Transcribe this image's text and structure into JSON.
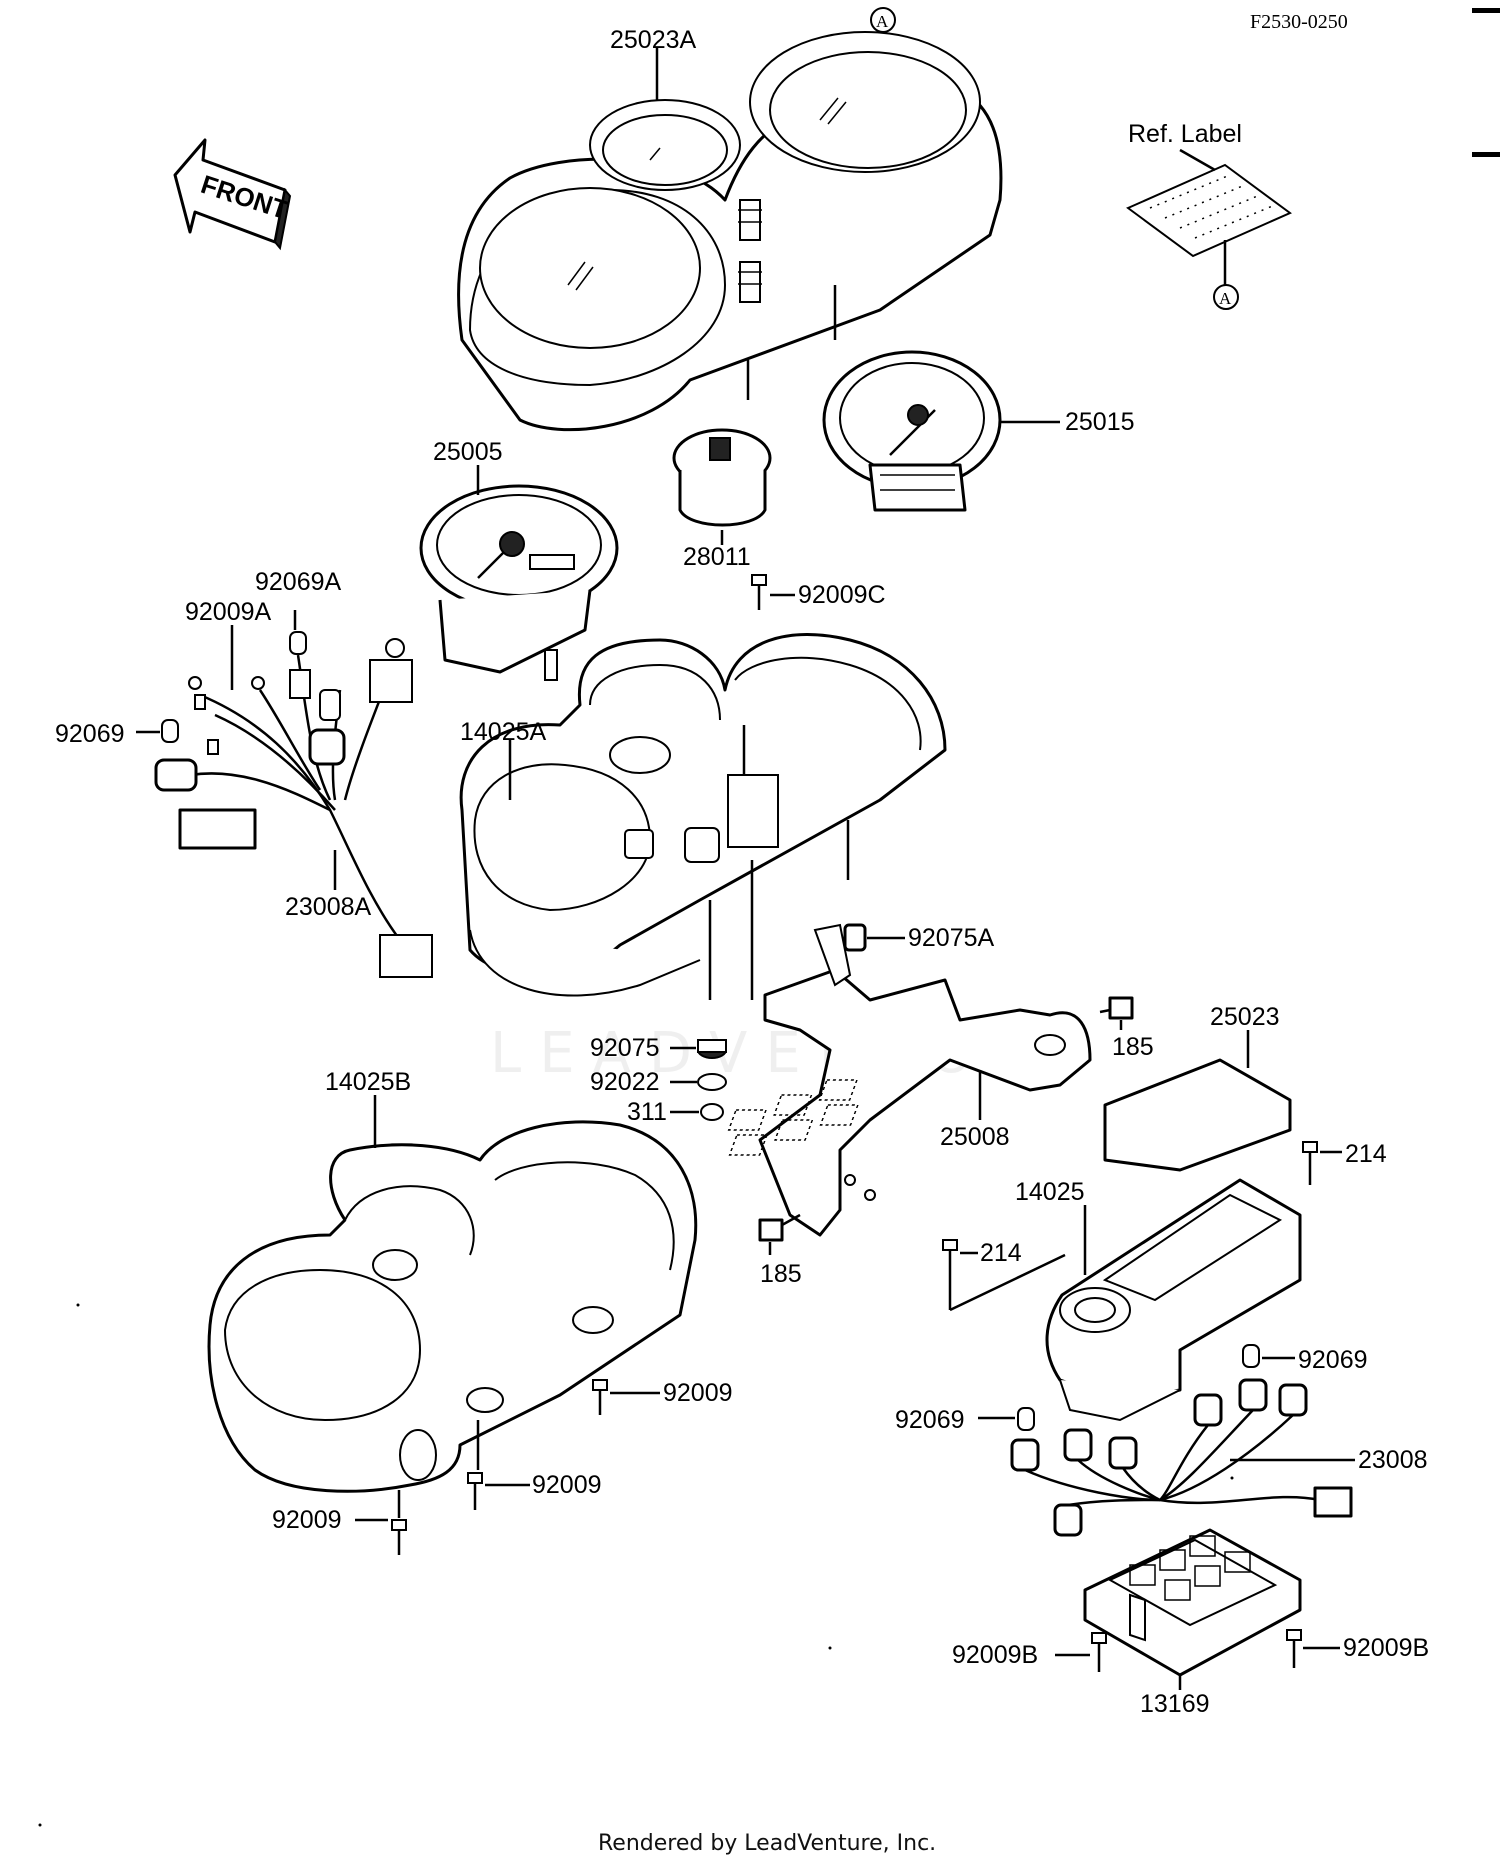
{
  "figure_code": "F2530-0250",
  "front_label": "FRONT",
  "ref_label_text": "Ref. Label",
  "ref_marker": "A",
  "watermark": "LEADVENTURE",
  "footer": "Rendered by LeadVenture, Inc.",
  "parts": {
    "p25023A": "25023A",
    "p25015": "25015",
    "p25005": "25005",
    "p28011": "28011",
    "p92069A": "92069A",
    "p92009A": "92009A",
    "p92009C": "92009C",
    "p92069_left": "92069",
    "p14025A": "14025A",
    "p23008A": "23008A",
    "p92075A": "92075A",
    "p92075": "92075",
    "p92022": "92022",
    "p311": "311",
    "p185_top": "185",
    "p25023": "25023",
    "p14025B": "14025B",
    "p25008": "25008",
    "p214_right": "214",
    "p185_bottom": "185",
    "p14025": "14025",
    "p214_left": "214",
    "p92069_right": "92069",
    "p92009_a": "92009",
    "p92069_mid": "92069",
    "p23008": "23008",
    "p92009_b": "92009",
    "p92009_c": "92009",
    "p92009B_left": "92009B",
    "p92009B_right": "92009B",
    "p13169": "13169"
  }
}
